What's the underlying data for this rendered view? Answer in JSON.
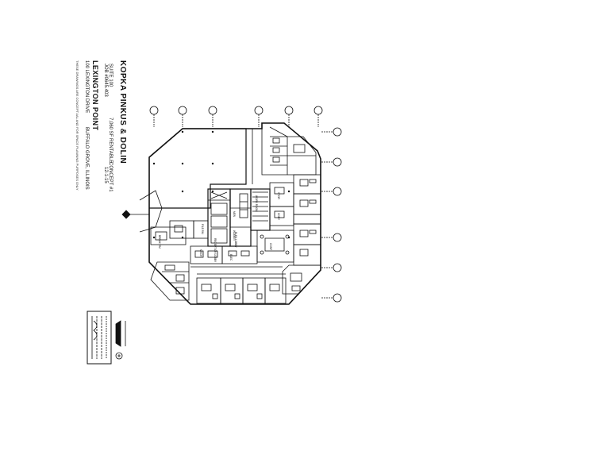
{
  "title_block": {
    "tenant": "KOPKA PINKUS & DOLIN",
    "suite": "SUITE 100",
    "job": "JOB #0645.403",
    "area": "7,060 SF RENTABLE",
    "concept": "CONCEPT #1",
    "date": "12-1-15",
    "project": "LEXINGTON POINT",
    "address": "100 LEXINGTON DRIVE",
    "city": "BUFFALO GROVE, ILLINOIS",
    "note": "THESE DRAWINGS ARE CONCEPTUAL AND FOR SPACE PLANNING PURPOSES ONLY"
  },
  "rooms": {
    "reception_lobby": "RECEPTION LOBBY",
    "elevator_lobby": "ELEV LOBBY",
    "work_room": "WORK ROOM",
    "storage": "STOR",
    "copy": "COPY",
    "file_room": "FILE RM",
    "break_room": "BREAK RM",
    "conference": "CONF",
    "mens": "MEN",
    "womens": "WOMEN",
    "mech": "MECH",
    "electrical": "ELEC"
  },
  "colors": {
    "line": "#111111",
    "paper": "#ffffff"
  }
}
